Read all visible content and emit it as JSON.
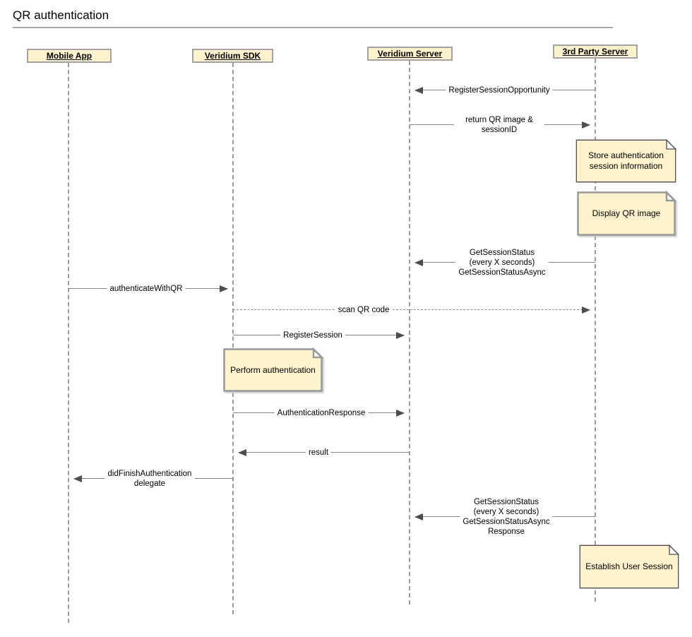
{
  "title": "QR authentication",
  "colors": {
    "background": "#ffffff",
    "box_fill": "#fff2cc",
    "box_border": "#a3a3a3",
    "note_fill": "#fff2cc",
    "note_border_thin": "#4d4d4d",
    "note_border_thick": "#999999",
    "message_line": "#828282",
    "arrowhead": "#4d4d4d",
    "lifeline": "#9b9b9b",
    "title_rule": "#a8a8a8"
  },
  "actors": [
    {
      "label": "Mobile App"
    },
    {
      "label": "Veridium SDK"
    },
    {
      "label": "Veridium Server"
    },
    {
      "label": "3rd Party Server"
    }
  ],
  "messages": [
    {
      "label": "RegisterSessionOpportunity",
      "from": "3rd Party Server",
      "to": "Veridium Server",
      "style": "solid",
      "direction": "left"
    },
    {
      "label": "return QR image & sessionID",
      "from": "Veridium Server",
      "to": "3rd Party Server",
      "style": "solid",
      "direction": "right"
    },
    {
      "label": "GetSessionStatus (every X seconds)\nGetSessionStatusAsync",
      "from": "3rd Party Server",
      "to": "Veridium Server",
      "style": "solid",
      "direction": "left"
    },
    {
      "label": "authenticateWithQR",
      "from": "Mobile App",
      "to": "Veridium SDK",
      "style": "solid",
      "direction": "right"
    },
    {
      "label": "scan QR code",
      "from": "Veridium SDK",
      "to": "3rd Party Server",
      "style": "dashed",
      "direction": "right"
    },
    {
      "label": "RegisterSession",
      "from": "Veridium SDK",
      "to": "Veridium Server",
      "style": "solid",
      "direction": "right"
    },
    {
      "label": "AuthenticationResponse",
      "from": "Veridium SDK",
      "to": "Veridium Server",
      "style": "solid",
      "direction": "right"
    },
    {
      "label": "result",
      "from": "Veridium Server",
      "to": "Veridium SDK",
      "style": "solid",
      "direction": "left"
    },
    {
      "label": "didFinishAuthentication\ndelegate",
      "from": "Veridium SDK",
      "to": "Mobile App",
      "style": "solid",
      "direction": "left"
    },
    {
      "label": "GetSessionStatus (every X seconds)\nGetSessionStatusAsync Response",
      "from": "3rd Party Server",
      "to": "Veridium Server",
      "style": "solid",
      "direction": "left"
    }
  ],
  "notes": [
    {
      "text": "Store authentication\nsession information",
      "anchor": "3rd Party Server"
    },
    {
      "text": "Display QR image",
      "anchor": "3rd Party Server"
    },
    {
      "text": "Perform authentication",
      "anchor": "Veridium SDK"
    },
    {
      "text": "Establish User Session",
      "anchor": "3rd Party Server"
    }
  ]
}
